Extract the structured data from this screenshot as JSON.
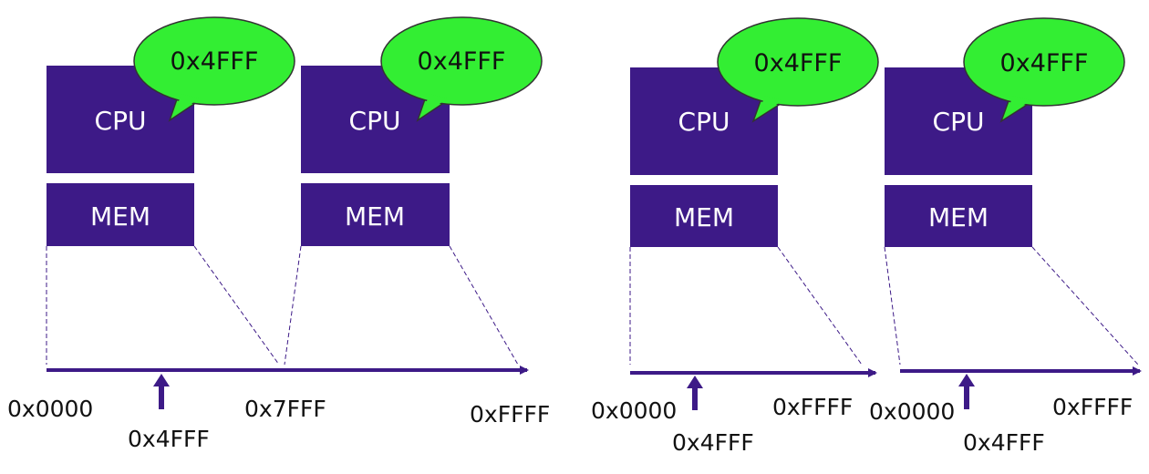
{
  "colors": {
    "box_fill": "#3d1a87",
    "box_text": "#ffffff",
    "bubble_fill": "#33ee33",
    "bubble_stroke": "#333333",
    "line": "#3d1a87",
    "text": "#111111"
  },
  "panels": [
    {
      "units": [
        {
          "cpu_label": "CPU",
          "mem_label": "MEM",
          "bubble_text": "0x4FFF"
        },
        {
          "cpu_label": "CPU",
          "mem_label": "MEM",
          "bubble_text": "0x4FFF"
        }
      ],
      "axis_labels": {
        "start": "0x0000",
        "pointer": "0x4FFF",
        "middle": "0x7FFF",
        "end": "0xFFFF"
      }
    },
    {
      "units": [
        {
          "cpu_label": "CPU",
          "mem_label": "MEM",
          "bubble_text": "0x4FFF"
        }
      ],
      "axis_labels": {
        "start": "0x0000",
        "pointer": "0x4FFF",
        "end": "0xFFFF"
      }
    },
    {
      "units": [
        {
          "cpu_label": "CPU",
          "mem_label": "MEM",
          "bubble_text": "0x4FFF"
        }
      ],
      "axis_labels": {
        "start": "0x0000",
        "pointer": "0x4FFF",
        "end": "0xFFFF"
      }
    }
  ]
}
